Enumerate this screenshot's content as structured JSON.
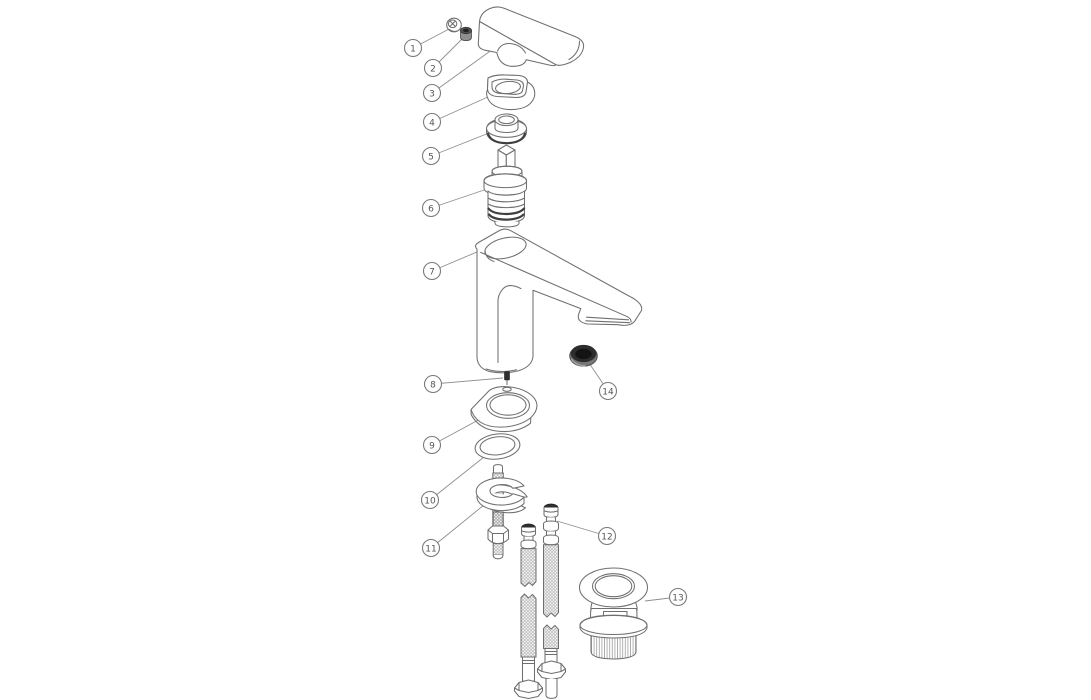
{
  "diagram": {
    "subject": "basin-mixer-tap-exploded-parts-diagram",
    "background_color": "#ffffff",
    "line_color": "#6f6f6f",
    "dark_part_color": "#2f2f2f",
    "callouts": [
      {
        "number": "1",
        "part": "handle-fixing-screw"
      },
      {
        "number": "2",
        "part": "grub-screw"
      },
      {
        "number": "3",
        "part": "lever-handle"
      },
      {
        "number": "4",
        "part": "handle-collar"
      },
      {
        "number": "5",
        "part": "cartridge-retaining-ring"
      },
      {
        "number": "6",
        "part": "ceramic-cartridge"
      },
      {
        "number": "7",
        "part": "tap-body-with-spout"
      },
      {
        "number": "8",
        "part": "locating-pin"
      },
      {
        "number": "9",
        "part": "base-plate"
      },
      {
        "number": "10",
        "part": "o-ring-seal"
      },
      {
        "number": "11",
        "part": "fixing-stud-clamp-and-nut"
      },
      {
        "number": "12",
        "part": "flexible-inlet-hoses"
      },
      {
        "number": "13",
        "part": "basin-waste"
      },
      {
        "number": "14",
        "part": "rubber-washer"
      }
    ]
  }
}
